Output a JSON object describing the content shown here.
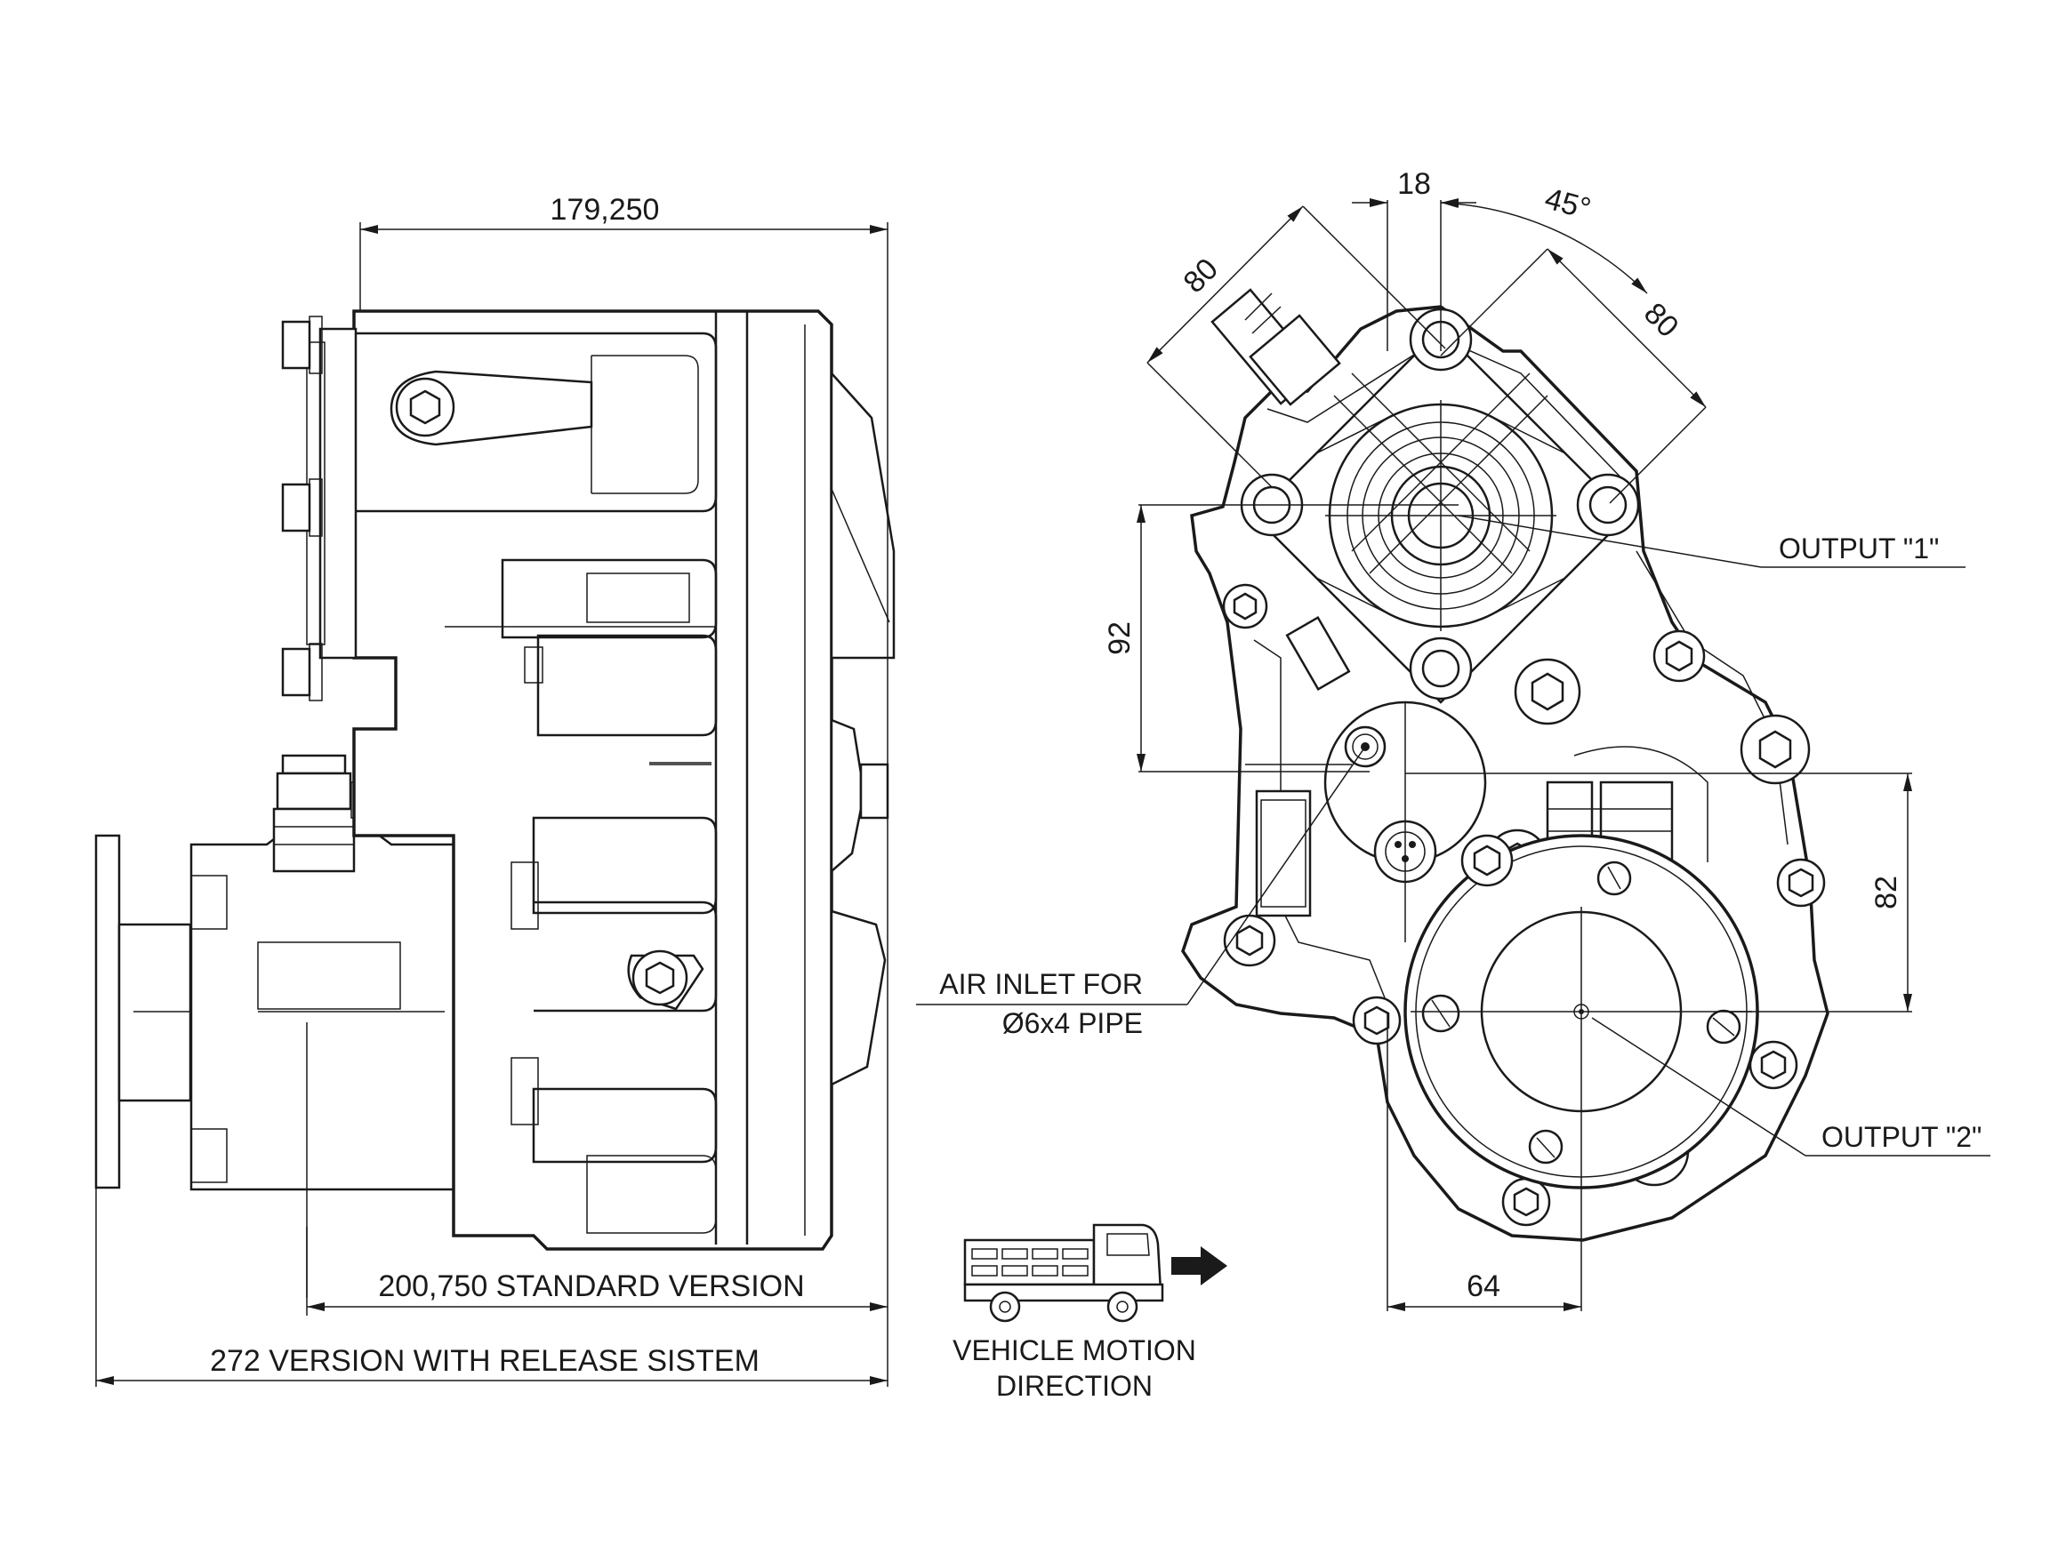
{
  "dimensions": {
    "side_top_width": "179,250",
    "standard_version": "200,750  STANDARD VERSION",
    "release_version": "272  VERSION WITH RELEASE SISTEM",
    "front_top_offset": "18",
    "front_angle": "45°",
    "front_diag_left": "80",
    "front_diag_right": "80",
    "front_vertical_left": "92",
    "front_vertical_right": "82",
    "front_bottom": "64"
  },
  "labels": {
    "output_1": "OUTPUT  \"1\"",
    "output_2": "OUTPUT \"2\"",
    "air_inlet_line1": "AIR INLET FOR",
    "air_inlet_line2": "Ø6x4 PIPE",
    "vehicle_line1": "VEHICLE MOTION",
    "vehicle_line2": "DIRECTION"
  },
  "icons": {
    "truck": "truck-icon",
    "arrow": "arrow-right-icon"
  },
  "colors": {
    "line": "#1a1a1a",
    "background": "#ffffff"
  }
}
